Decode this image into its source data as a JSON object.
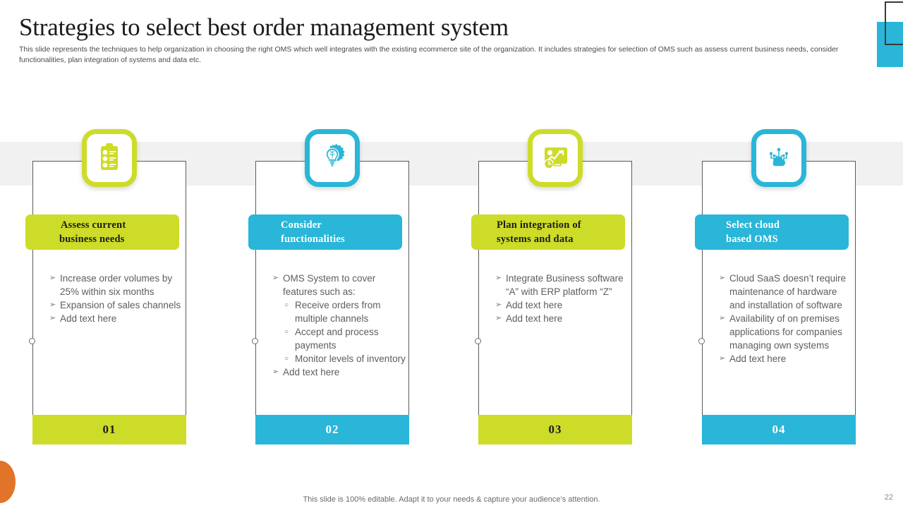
{
  "header": {
    "title": "Strategies to select best order management system",
    "subtitle": "This slide represents the techniques to help organization in choosing the right OMS  which well integrates with the existing ecommerce site of the organization. It includes strategies for selection of OMS  such as assess current business needs, consider functionalities, plan integration of systems and data etc."
  },
  "theme": {
    "green": "#CDDC29",
    "cyan": "#29B6D8",
    "orange": "#E2742A",
    "band_grey": "#F1F1F1",
    "text_grey": "#5E5E5E"
  },
  "columns": [
    {
      "number": "01",
      "accent": "green",
      "icon": "clipboard-checklist-icon",
      "title_lines": [
        "Assess current",
        "business needs"
      ],
      "bullets": [
        {
          "level": 1,
          "text": "Increase  order volumes  by 25% within six months"
        },
        {
          "level": 1,
          "text": "Expansion  of sales channels"
        },
        {
          "level": 1,
          "text": "Add text here"
        }
      ]
    },
    {
      "number": "02",
      "accent": "cyan",
      "icon": "gear-lightbulb-idea-icon",
      "title_lines": [
        "Consider",
        "functionalities"
      ],
      "bullets": [
        {
          "level": 1,
          "text": "OMS System to cover features such as:"
        },
        {
          "level": 2,
          "text": "Receive orders from multiple channels"
        },
        {
          "level": 2,
          "text": "Accept and process payments"
        },
        {
          "level": 2,
          "text": "Monitor levels of inventory"
        },
        {
          "level": 1,
          "text": "Add text here"
        }
      ]
    },
    {
      "number": "03",
      "accent": "green",
      "icon": "chart-presentation-icon",
      "title_lines": [
        "Plan integration of",
        "systems and data"
      ],
      "bullets": [
        {
          "level": 1,
          "text": "Integrate  Business software  “A” with ERP platform  “Z”"
        },
        {
          "level": 1,
          "text": "Add text here"
        },
        {
          "level": 1,
          "text": "Add text here"
        }
      ]
    },
    {
      "number": "04",
      "accent": "cyan",
      "icon": "cloud-network-icon",
      "title_lines": [
        "Select cloud",
        "based OMS"
      ],
      "bullets": [
        {
          "level": 1,
          "text": "Cloud SaaS doesn’t require maintenance  of hardware and installation  of software"
        },
        {
          "level": 1,
          "text": "Availability of on premises applications for companies managing own systems"
        },
        {
          "level": 1,
          "text": "Add text here"
        }
      ]
    }
  ],
  "markers": {
    "level1": "➢",
    "level2": "○"
  },
  "footer": {
    "note": "This slide is 100% editable. Adapt it to your needs & capture your audience’s attention.",
    "page": "22"
  }
}
